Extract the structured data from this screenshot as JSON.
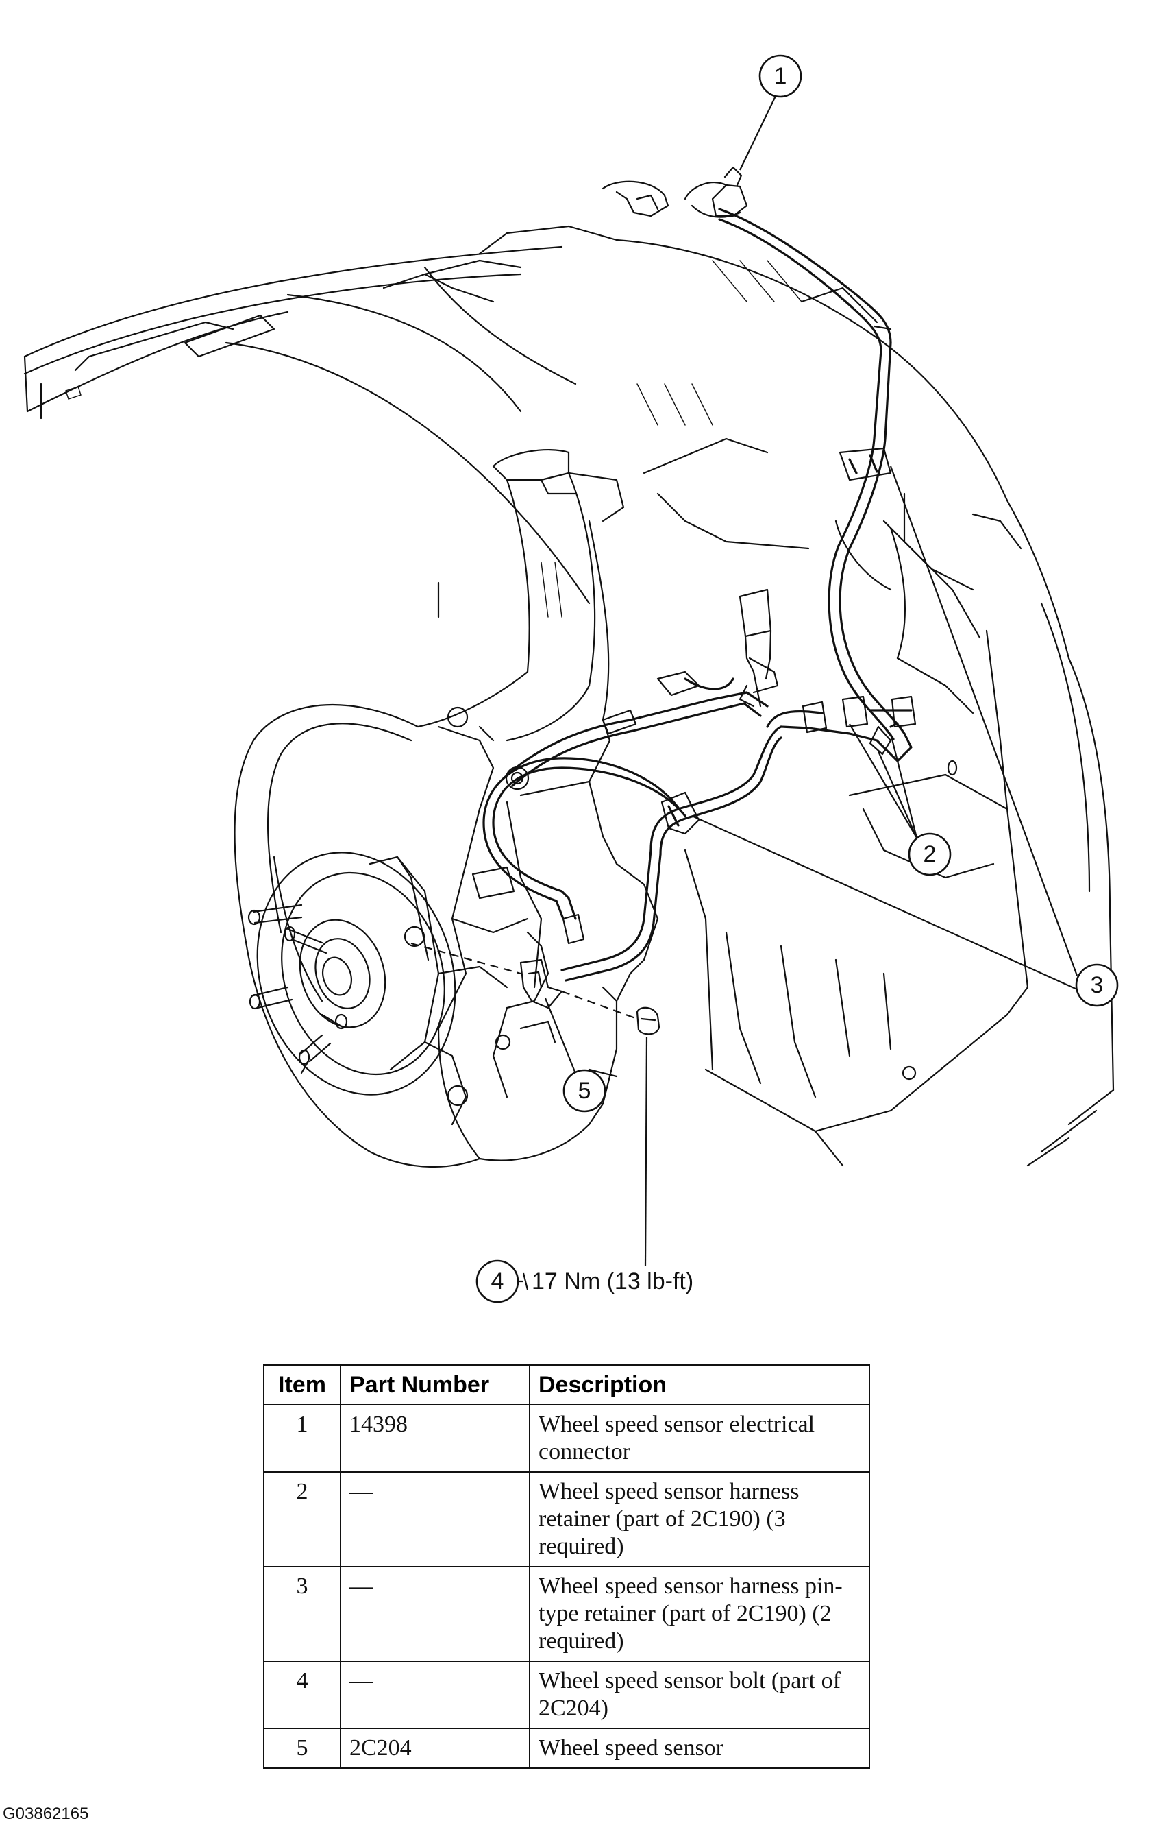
{
  "callouts": [
    {
      "id": "1",
      "label": "1"
    },
    {
      "id": "2",
      "label": "2"
    },
    {
      "id": "3",
      "label": "3"
    },
    {
      "id": "4",
      "label": "4"
    },
    {
      "id": "5",
      "label": "5"
    }
  ],
  "torque_spec": "17 Nm (13 lb-ft)",
  "parts_table": {
    "headers": {
      "item": "Item",
      "part_number": "Part Number",
      "description": "Description"
    },
    "rows": [
      {
        "item": "1",
        "part_number": "14398",
        "description": "Wheel speed sensor electrical connector"
      },
      {
        "item": "2",
        "part_number": "—",
        "description": "Wheel speed sensor harness retainer (part of 2C190) (3 required)"
      },
      {
        "item": "3",
        "part_number": "—",
        "description": "Wheel speed sensor harness pin-type retainer (part of 2C190) (2 required)"
      },
      {
        "item": "4",
        "part_number": "—",
        "description": "Wheel speed sensor bolt (part of 2C204)"
      },
      {
        "item": "5",
        "part_number": "2C204",
        "description": "Wheel speed sensor"
      }
    ]
  },
  "figure_code": "G03862165"
}
